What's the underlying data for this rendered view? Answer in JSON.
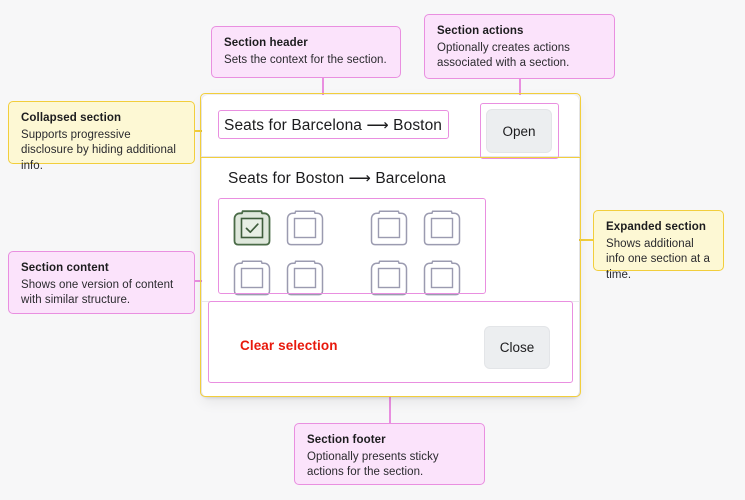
{
  "annotations": [
    {
      "id": "section-header",
      "title": "Section header",
      "body": "Sets the context for the section.",
      "color": "pink",
      "accent": "#e98fe0",
      "fill": "#fbe3fb"
    },
    {
      "id": "section-actions",
      "title": "Section actions",
      "body": "Optionally creates actions associated with a section.",
      "color": "pink",
      "accent": "#e98fe0",
      "fill": "#fbe3fb"
    },
    {
      "id": "collapsed-section",
      "title": "Collapsed section",
      "body": "Supports progressive disclosure by hiding additional info.",
      "color": "yellow",
      "accent": "#f2ce3c",
      "fill": "#fdf8d4"
    },
    {
      "id": "section-content",
      "title": "Section content",
      "body": "Shows one version of content with similar structure.",
      "color": "pink",
      "accent": "#e98fe0",
      "fill": "#fbe3fb"
    },
    {
      "id": "expanded-section",
      "title": "Expanded section",
      "body": "Shows additional info one section at a time.",
      "color": "yellow",
      "accent": "#f2ce3c",
      "fill": "#fdf8d4"
    },
    {
      "id": "section-footer",
      "title": "Section footer",
      "body": "Optionally presents sticky actions for the section.",
      "color": "pink",
      "accent": "#e98fe0",
      "fill": "#fbe3fb"
    }
  ],
  "card": {
    "collapsed_section": {
      "title": "Seats for Barcelona ⟶ Boston",
      "action_label": "Open"
    },
    "expanded_section": {
      "title": "Seats for Boston ⟶ Barcelona",
      "seats": [
        {
          "name": "seat-1a",
          "selected": true,
          "icon": "seat-icon"
        },
        {
          "name": "seat-1b",
          "selected": false,
          "icon": "seat-icon"
        },
        {
          "name": "seat-1c",
          "selected": false,
          "icon": "seat-icon"
        },
        {
          "name": "seat-1d",
          "selected": false,
          "icon": "seat-icon"
        },
        {
          "name": "seat-2a",
          "selected": false,
          "icon": "seat-icon"
        },
        {
          "name": "seat-2b",
          "selected": false,
          "icon": "seat-icon"
        },
        {
          "name": "seat-2c",
          "selected": false,
          "icon": "seat-icon"
        },
        {
          "name": "seat-2d",
          "selected": false,
          "icon": "seat-icon"
        }
      ],
      "footer": {
        "clear_label": "Clear selection",
        "close_label": "Close"
      }
    }
  },
  "colors": {
    "background": "#f7f7f8",
    "card": "#ffffff",
    "pink_accent": "#e98fe0",
    "pink_fill": "#fbe3fb",
    "yellow_accent": "#f2ce3c",
    "yellow_fill": "#fdf8d4",
    "danger": "#e8190c",
    "seat_selected_border": "#4a6b47",
    "seat_selected_fill": "#dfe8dc",
    "seat_default_border": "#9b9bb0",
    "button_fill": "#eceef0",
    "text": "#1c1c1e"
  }
}
